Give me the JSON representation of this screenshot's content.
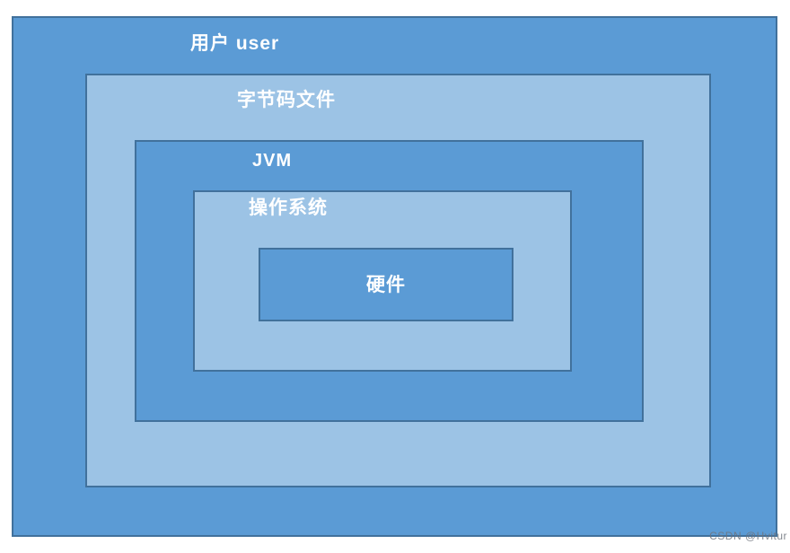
{
  "diagram": {
    "type": "nested-layer-architecture",
    "layers": [
      {
        "id": "user",
        "label": "用户 user",
        "fill": "#5B9BD5",
        "border": "#41719C",
        "text_color": "#FFFFFF"
      },
      {
        "id": "bytecode-file",
        "label": "字节码文件",
        "fill": "#9CC3E5",
        "border": "#41719C",
        "text_color": "#FFFFFF"
      },
      {
        "id": "jvm",
        "label": "JVM",
        "fill": "#5B9BD5",
        "border": "#41719C",
        "text_color": "#FFFFFF"
      },
      {
        "id": "operating-system",
        "label": "操作系统",
        "fill": "#9CC3E5",
        "border": "#41719C",
        "text_color": "#FFFFFF"
      },
      {
        "id": "hardware",
        "label": "硬件",
        "fill": "#5B9BD5",
        "border": "#41719C",
        "text_color": "#FFFFFF"
      }
    ],
    "watermark": "CSDN @Hvitur",
    "colors": {
      "background": "#FFFFFF",
      "medium_blue": "#5B9BD5",
      "light_blue": "#9CC3E5",
      "border_blue": "#41719C",
      "watermark_gray": "#6E737D"
    }
  }
}
